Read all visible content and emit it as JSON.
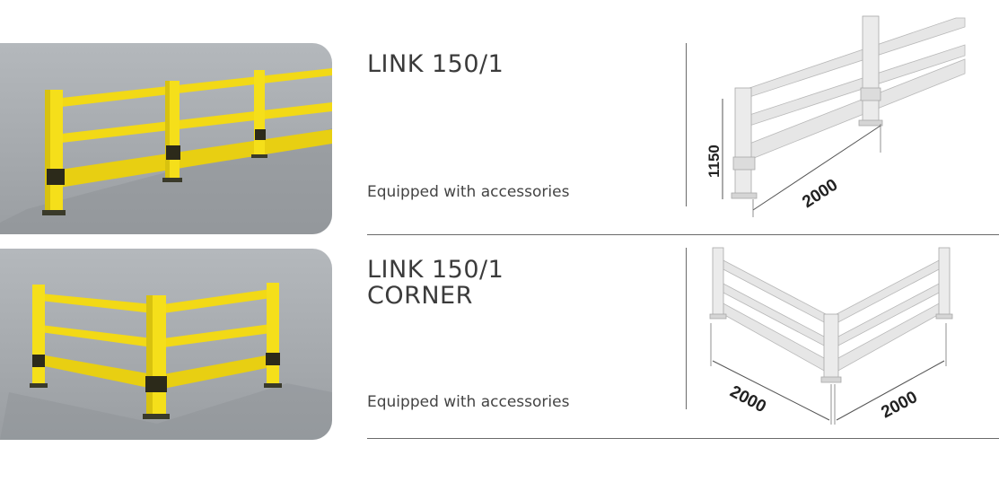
{
  "products": [
    {
      "title_line1": "LINK  150/1",
      "title_line2": "",
      "subtitle": "Equipped with accessories",
      "dimensions": {
        "height": "1150",
        "length": "2000"
      }
    },
    {
      "title_line1": "LINK  150/1",
      "title_line2": "CORNER",
      "subtitle": "Equipped with accessories",
      "dimensions": {
        "length_left": "2000",
        "length_right": "2000"
      }
    }
  ],
  "colors": {
    "barrier_yellow": "#f5df1a",
    "coupling_dark": "#2c2a1a",
    "background_grey": "#a8acb0"
  }
}
